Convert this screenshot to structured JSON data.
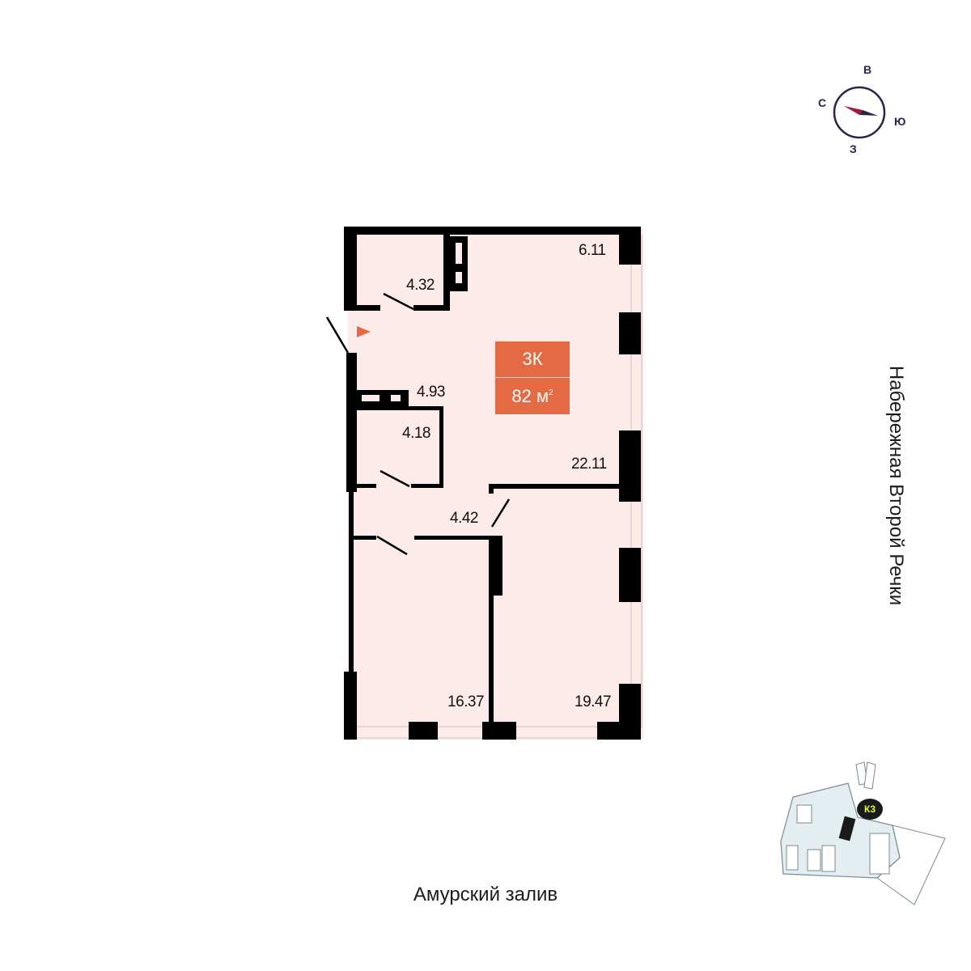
{
  "apartment": {
    "type": "3К",
    "area": "82",
    "area_unit": "м",
    "area_unit_power": "2",
    "badge_color": "#e46a43",
    "floor_color": "#fcebe8",
    "wall_color": "#000000",
    "entrance_marker_color": "#e46a43"
  },
  "rooms": [
    {
      "id": "bathroom-1",
      "area": "4.32"
    },
    {
      "id": "kitchen",
      "area": "6.11"
    },
    {
      "id": "hallway",
      "area": "4.93"
    },
    {
      "id": "bathroom-2",
      "area": "4.18"
    },
    {
      "id": "living-room",
      "area": "22.11"
    },
    {
      "id": "corridor",
      "area": "4.42"
    },
    {
      "id": "bedroom-1",
      "area": "16.37"
    },
    {
      "id": "bedroom-2",
      "area": "19.47"
    }
  ],
  "compass": {
    "north": "С",
    "east": "В",
    "south": "Ю",
    "west": "З",
    "needle_color": "#9c1c40",
    "ring_color": "#27264d"
  },
  "labels": {
    "street": "Набережная Второй Речки",
    "bay": "Амурский залив"
  },
  "site_map": {
    "building_marker": "К3",
    "marker_bg": "#1a1a1a",
    "marker_text_color": "#d9ff2a",
    "ground_color": "#e4eef1"
  }
}
